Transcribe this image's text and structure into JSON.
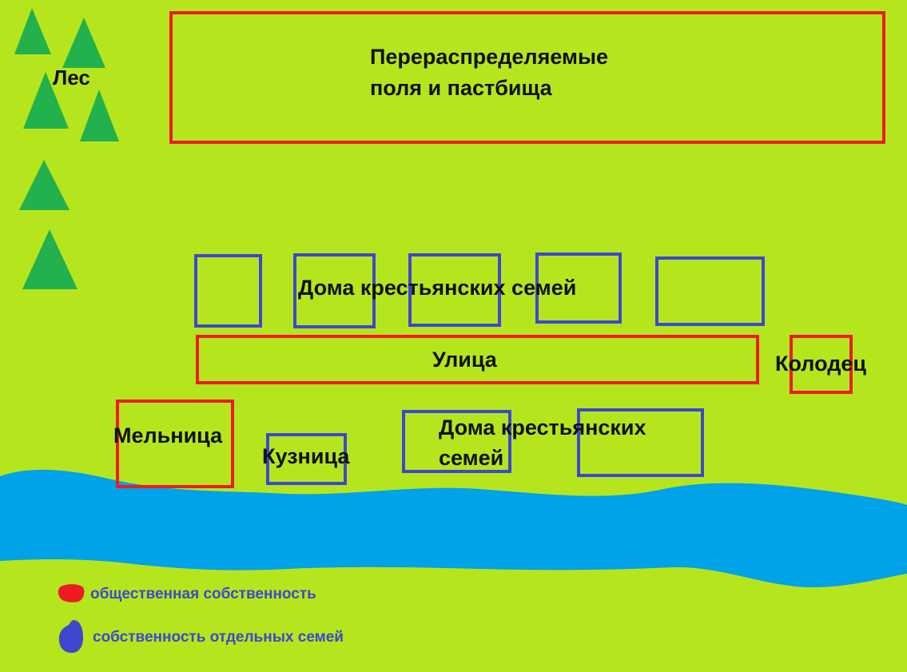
{
  "colors": {
    "background": "#b5e61d",
    "tree": "#22b14c",
    "river": "#00a2e8",
    "communal": "#ed1c24",
    "family": "#3f48cc",
    "legend_text": "#3f48cc",
    "label_text": "#111111"
  },
  "labels": {
    "forest": "Лес",
    "fields": "Перераспределяемые\nполя и пастбища",
    "houses_top": "Дома крестьянских семей",
    "street": "Улица",
    "well": "Колодец",
    "mill": "Мельница",
    "smithy": "Кузница",
    "houses_bottom": "Дома крестьянских\nсемей"
  },
  "legend": {
    "communal": "общественная собственность",
    "family": "собственность отдельных семей"
  }
}
